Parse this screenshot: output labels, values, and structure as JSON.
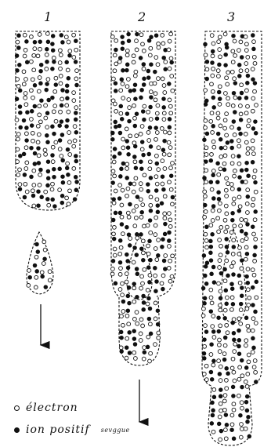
{
  "labels": {
    "stage1": "1",
    "stage2": "2",
    "stage3": "3"
  },
  "legend": {
    "electron_label": "électron",
    "ion_label": "ion positif",
    "signature": "sevggue"
  },
  "symbols": {
    "electron": "open-circle",
    "ion": "filled-circle"
  },
  "colors": {
    "ink": "#111111",
    "paper": "#ffffff"
  }
}
